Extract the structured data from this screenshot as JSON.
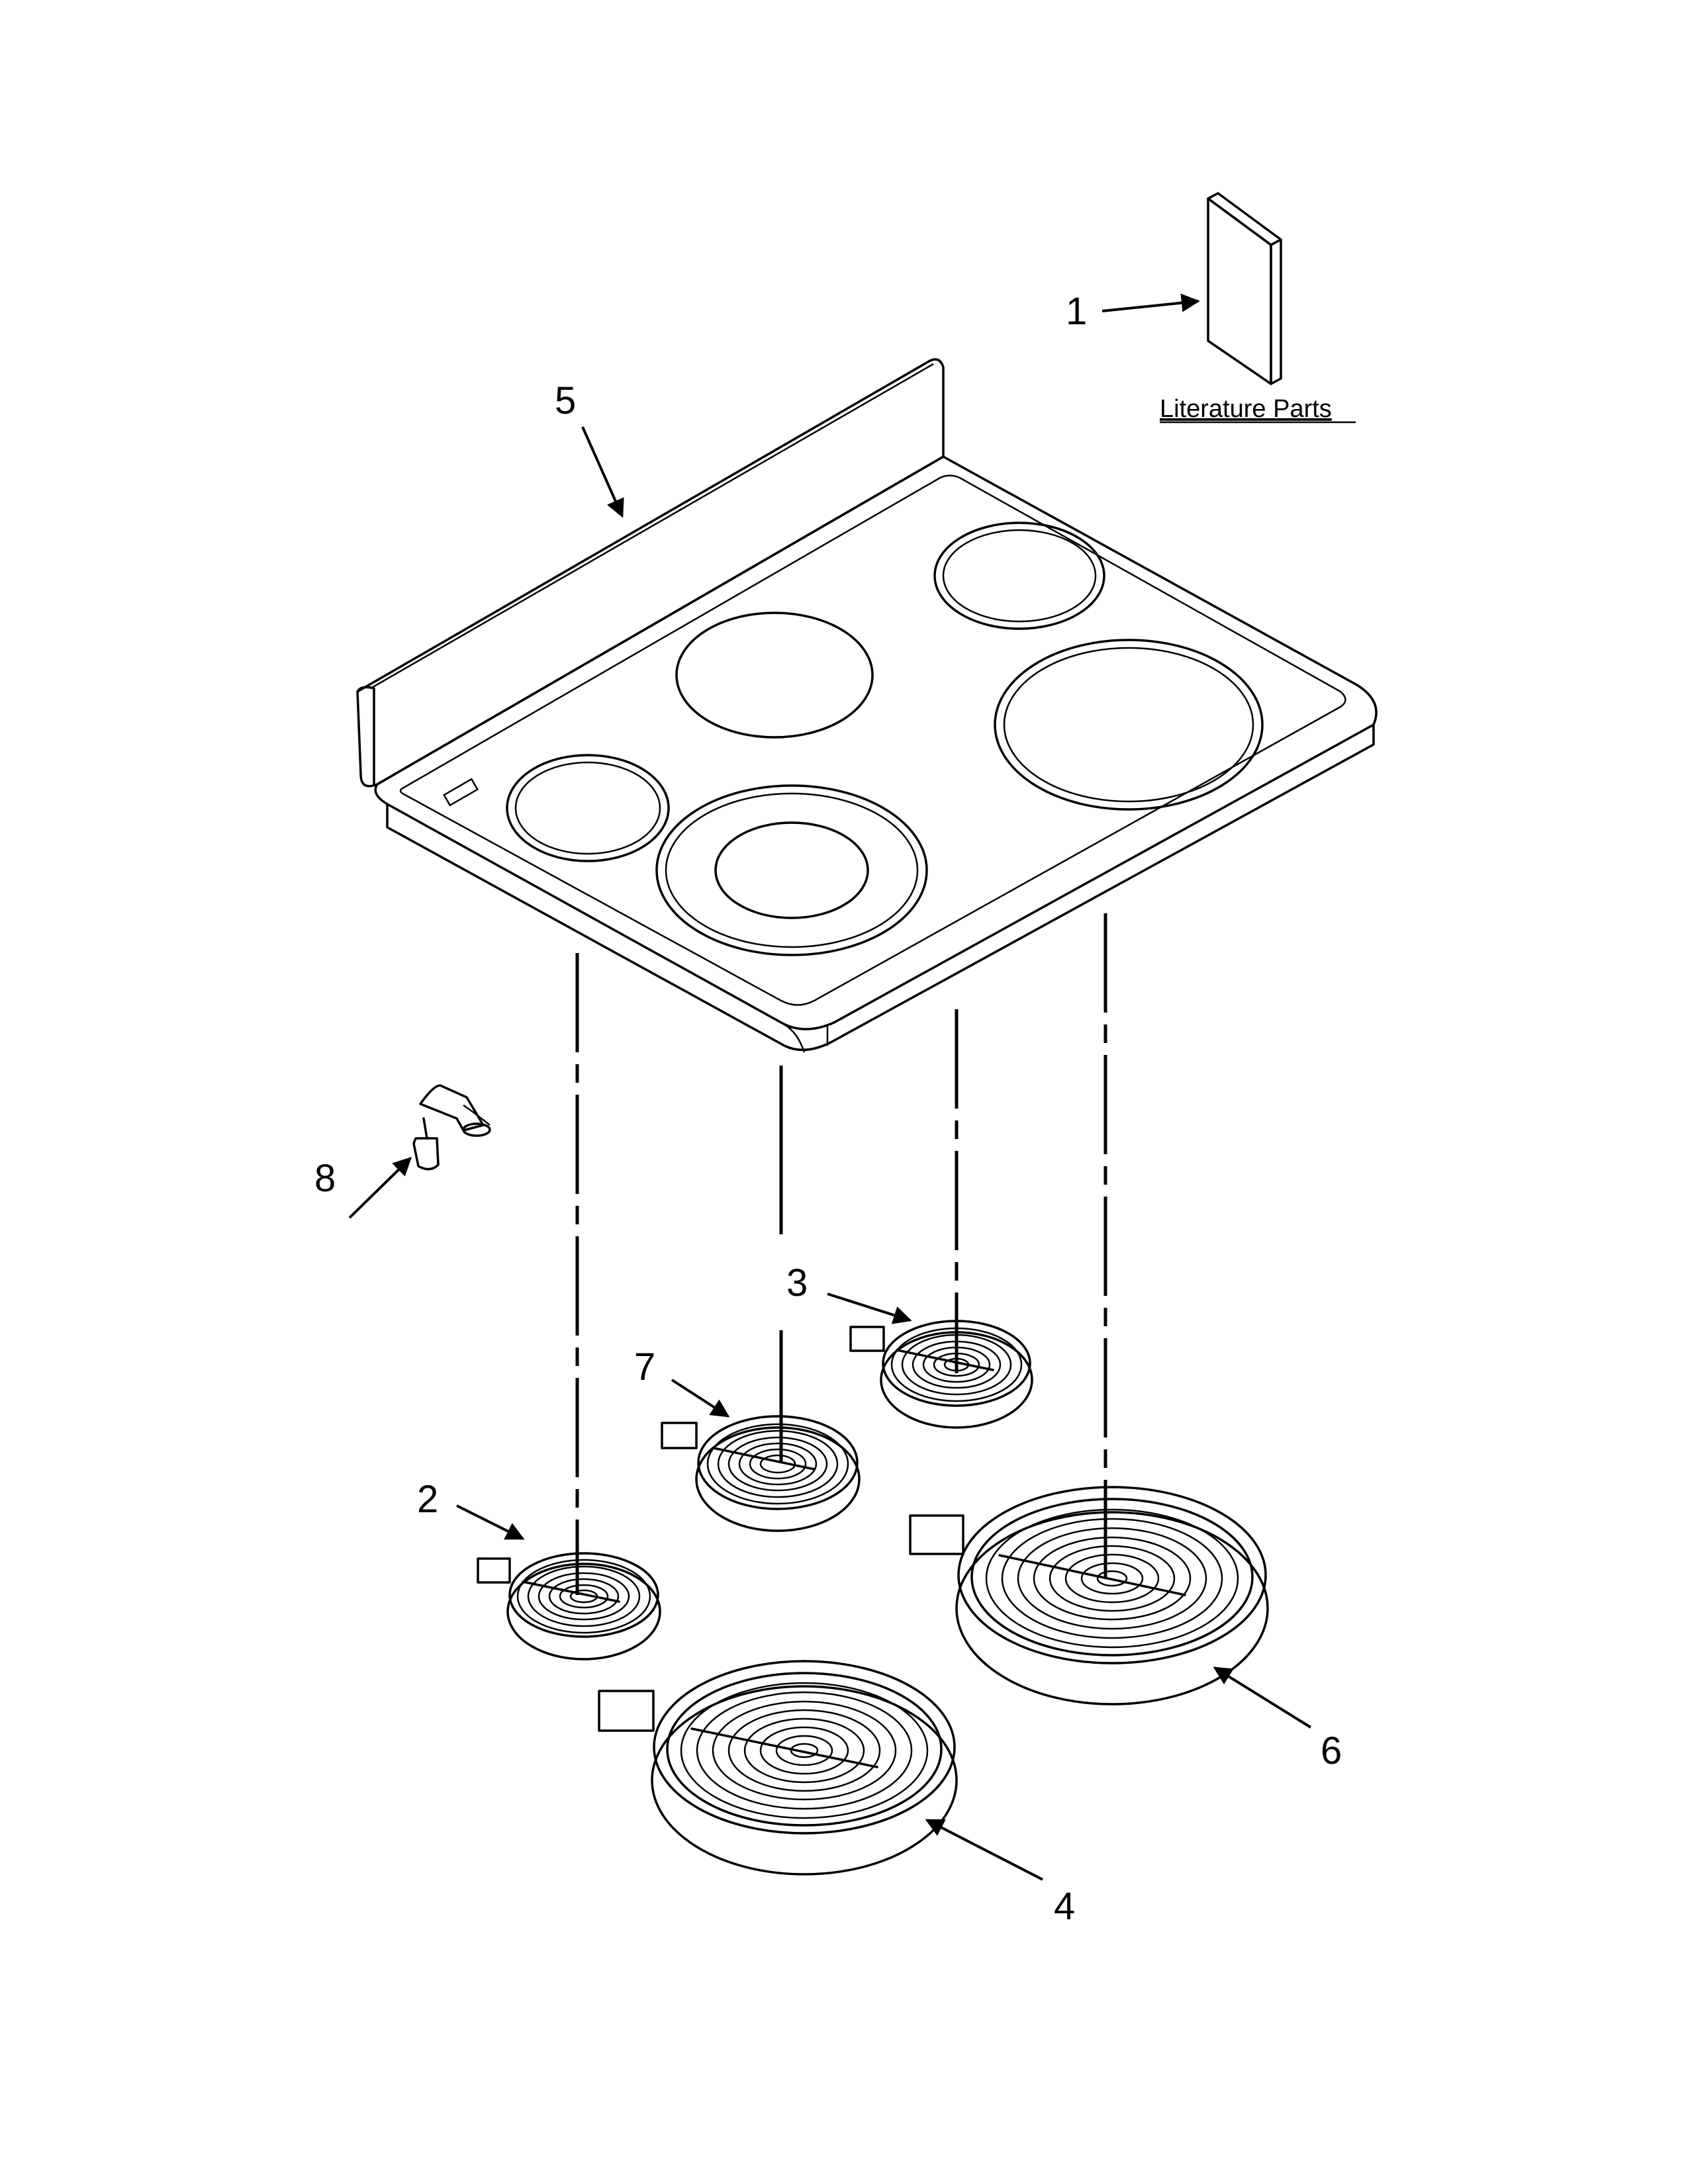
{
  "callouts": [
    {
      "id": "1",
      "text": "1"
    },
    {
      "id": "2",
      "text": "2"
    },
    {
      "id": "3",
      "text": "3"
    },
    {
      "id": "4",
      "text": "4"
    },
    {
      "id": "5",
      "text": "5"
    },
    {
      "id": "6",
      "text": "6"
    },
    {
      "id": "7",
      "text": "7"
    },
    {
      "id": "8",
      "text": "8"
    }
  ],
  "literature_label": "Literature Parts"
}
